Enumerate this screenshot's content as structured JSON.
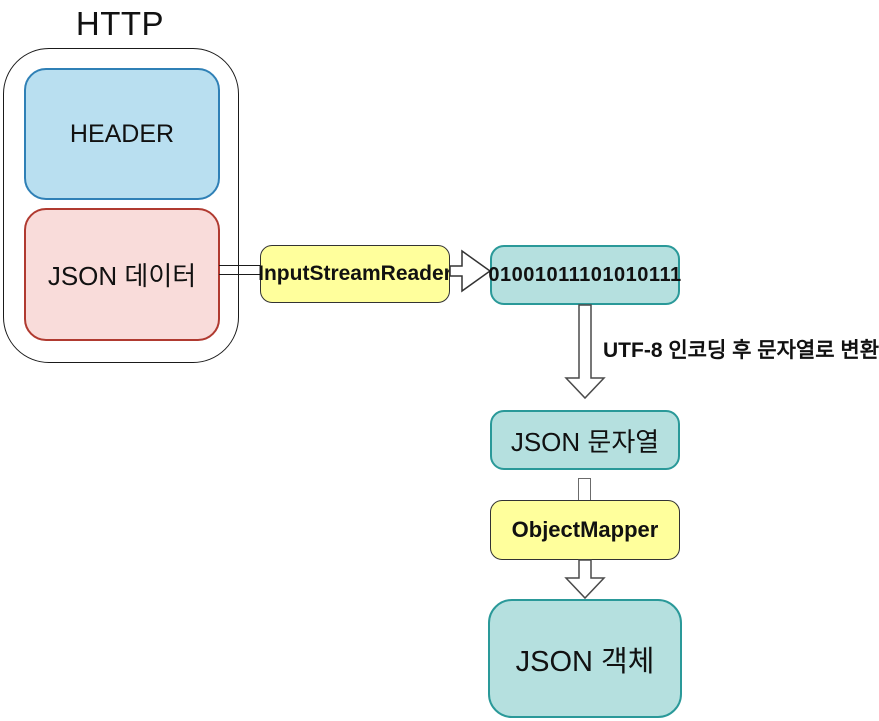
{
  "diagram": {
    "http_group": {
      "title": "HTTP",
      "header_label": "HEADER",
      "json_data_label": "JSON 데이터"
    },
    "flow": {
      "input_stream_reader_label": "InputStreamReader",
      "binary_label": "01001011101010111",
      "utf8_note": "UTF-8 인코딩 후 문자열로 변환",
      "json_string_label": "JSON 문자열",
      "object_mapper_label": "ObjectMapper",
      "json_object_label": "JSON 객체"
    },
    "colors": {
      "background": "#FFFFFF",
      "header_fill": "#B9DFF0",
      "header_border": "#2F80B6",
      "json_data_fill": "#F9DCDA",
      "json_data_border": "#B03A30",
      "process_fill": "#FFFF9C",
      "process_border": "#333333",
      "data_fill": "#B5E0DF",
      "data_border": "#2A9999",
      "container_border": "#1A1A1A",
      "arrow_stroke": "#4A4A4A"
    }
  }
}
